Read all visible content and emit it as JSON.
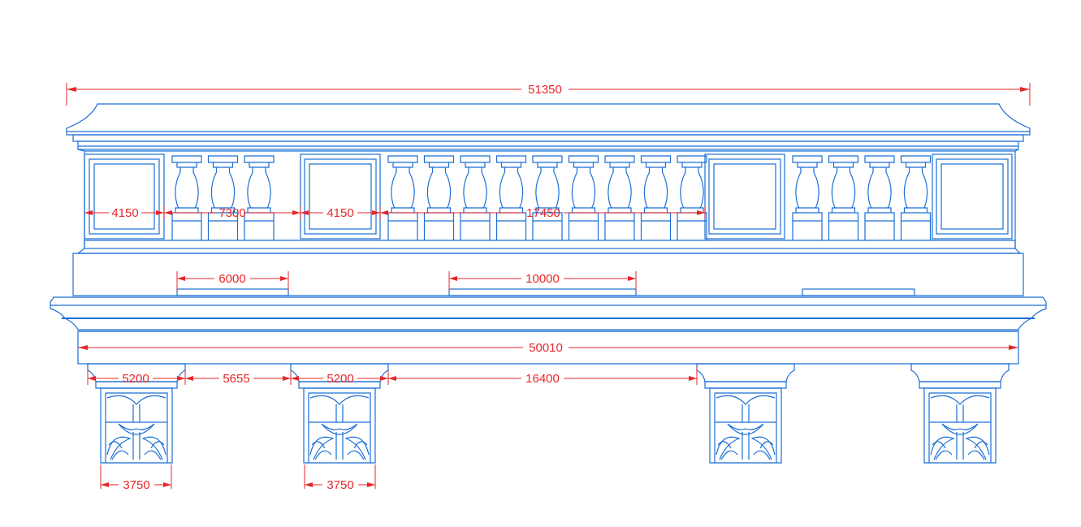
{
  "colors": {
    "linework": "#1a6ed6",
    "dimensions": "#e8262a",
    "background": "#ffffff"
  },
  "dimensions": {
    "overall_top": "51350",
    "panel_left": "4150",
    "baluster_run_left": "7300",
    "panel_center": "4150",
    "baluster_run_center": "17450",
    "plinth_short": "6000",
    "plinth_long": "10000",
    "cornice_length": "50010",
    "bracket_spacing_a": "5200",
    "bracket_gap": "5655",
    "bracket_spacing_b": "5200",
    "bracket_gap_long": "16400",
    "bracket_width_a": "3750",
    "bracket_width_b": "3750"
  }
}
